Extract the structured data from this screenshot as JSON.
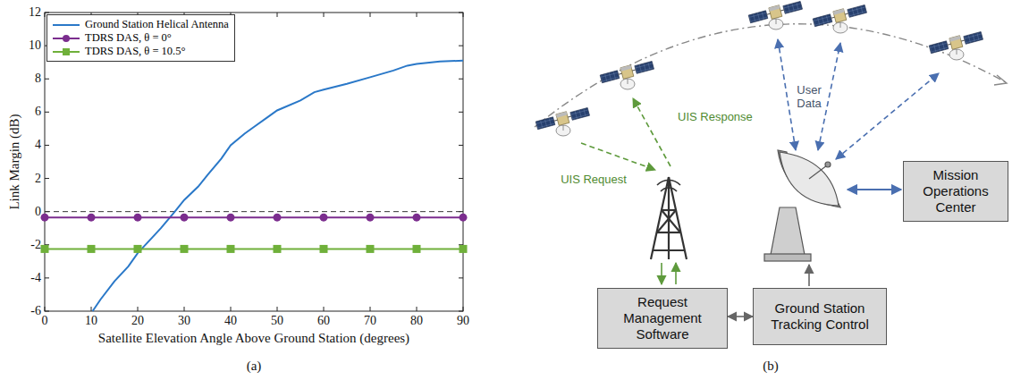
{
  "diagram": {
    "nodes": [
      {
        "text": [
          "Request Management Software"
        ]
      },
      {
        "text": [
          "Ground Station Tracking Control"
        ]
      },
      {
        "text": [
          "Mission Operations Center"
        ]
      }
    ],
    "edges": [
      {
        "from": 0,
        "to": 1,
        "arrow": "both"
      }
    ],
    "labels": [
      "12",
      "10",
      "8",
      "6",
      "4",
      "2",
      "0",
      "-2",
      "-4",
      "-6",
      "0",
      "10",
      "20",
      "30",
      "40",
      "50",
      "60",
      "70",
      "80",
      "90",
      "Link Margin (dB)",
      "Satellite Elevation Angle Above Ground Station (degrees)",
      "(a)",
      "UIS Request",
      "UIS Response",
      "User Data",
      "(b)"
    ],
    "legend": [
      {
        "text": "Ground Station Helical Antenna"
      },
      {
        "text": "TDRS DAS, θ = 0°"
      },
      {
        "text": "TDRS DAS, θ = 10.5°"
      }
    ]
  }
}
